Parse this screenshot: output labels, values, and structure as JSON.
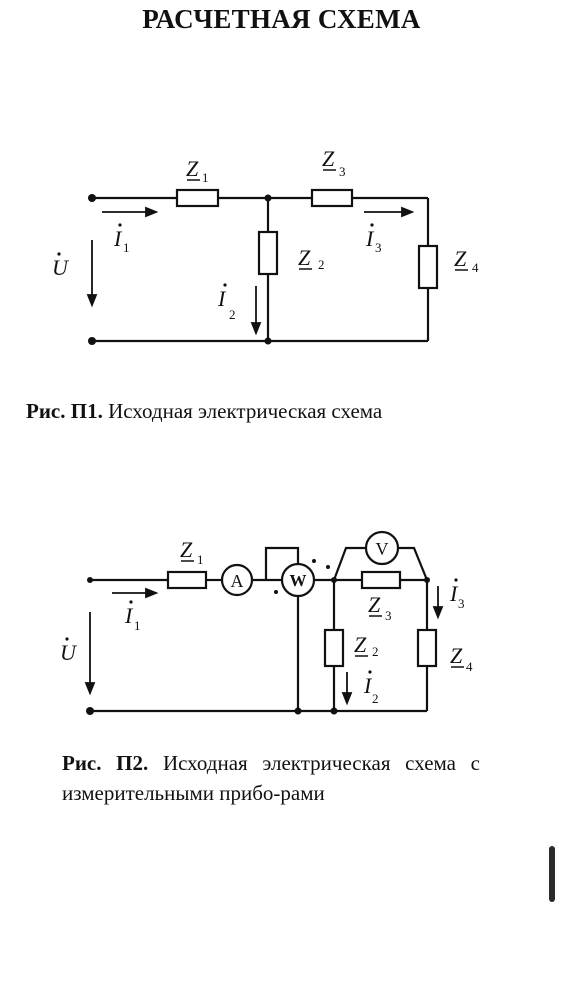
{
  "page": {
    "title": "РАСЧЕТНАЯ СХЕМА"
  },
  "figure1": {
    "labels": {
      "z1": "Z",
      "z1_sub": "1",
      "z2": "Z",
      "z2_sub": "2",
      "z3": "Z",
      "z3_sub": "3",
      "z4": "Z",
      "z4_sub": "4",
      "i1": "I",
      "i1_sub": "1",
      "i2": "I",
      "i2_sub": "2",
      "i3": "I",
      "i3_sub": "3",
      "u": "U"
    },
    "caption_number": "Рис. П1.",
    "caption_text": "Исходная электрическая схема"
  },
  "figure2": {
    "labels": {
      "z1": "Z",
      "z1_sub": "1",
      "z2": "Z",
      "z2_sub": "2",
      "z3": "Z",
      "z3_sub": "3",
      "z4": "Z",
      "z4_sub": "4",
      "i1": "I",
      "i1_sub": "1",
      "i2": "I",
      "i2_sub": "2",
      "i3": "I",
      "i3_sub": "3",
      "u": "U",
      "ammeter": "A",
      "wattmeter": "W",
      "voltmeter": "V"
    },
    "caption_number": "Рис. П2.",
    "caption_text": "Исходная электрическая схема с измерительными прибо-рами"
  }
}
